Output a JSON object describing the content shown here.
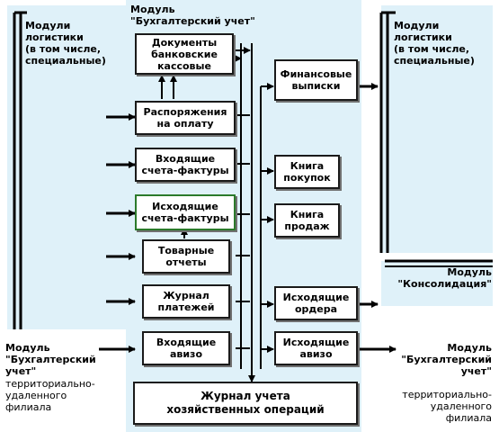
{
  "colors": {
    "panel": "#dff1f9",
    "box_border": "#1a1a1a",
    "box_border_green": "#2b7a2b"
  },
  "center": {
    "title": "Модуль\n\"Бухгалтерский учет\"",
    "bank_docs": "Документы\nбанковские\nкассовые",
    "payment_orders": "Распоряжения\nна оплату",
    "incoming_invoices": "Входящие\nсчета-фактуры",
    "outgoing_invoices": "Исходящие\nсчета-фактуры",
    "goods_reports": "Товарные\nотчеты",
    "payment_journal": "Журнал\nплатежей",
    "incoming_advice": "Входящие\nавизо",
    "financial_statements": "Финансовые\nвыписки",
    "purchase_book": "Книга\nпокупок",
    "sales_book": "Книга\nпродаж",
    "outgoing_orders": "Исходящие\nордера",
    "outgoing_advice": "Исходящие\nавизо",
    "journal": "Журнал учета\nхозяйственных операций"
  },
  "left": {
    "logistics": "Модули\nлогистики\n(в том числе,\nспециальные)",
    "branch_title": "Модуль\n\"Бухгалтерский\nучет\"",
    "branch_sub": "территориально-\nудаленного\nфилиала"
  },
  "right": {
    "logistics": "Модули\nлогистики\n(в том числе,\nспециальные)",
    "consolidation": "Модуль\n\"Консолидация\"",
    "branch_title": "Модуль\n\"Бухгалтерский\nучет\"",
    "branch_sub": "территориально-\nудаленного\nфилиала"
  }
}
